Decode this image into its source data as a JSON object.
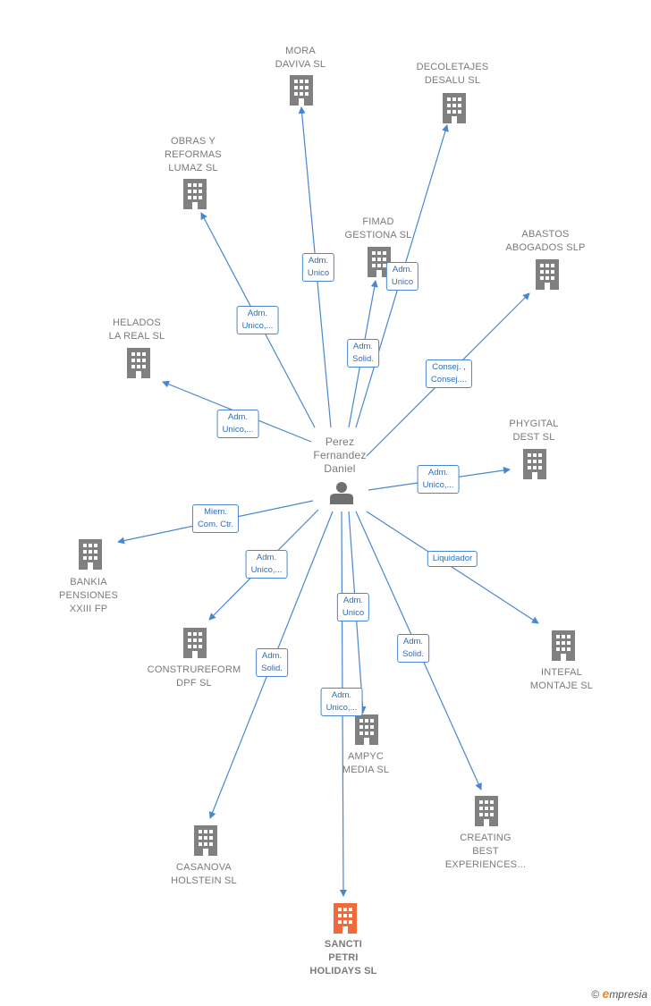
{
  "colors": {
    "edge": "#4a86d0",
    "building": "#808080",
    "focus": "#f26a3a",
    "person": "#6f6f6f"
  },
  "center": {
    "label": "Perez\nFernandez\nDaniel",
    "icon": "person-icon"
  },
  "nodes": [
    {
      "id": "mora",
      "label": "MORA\nDAVIVA SL",
      "icon": "building-icon"
    },
    {
      "id": "decoletajes",
      "label": "DECOLETAJES\nDESALU SL",
      "icon": "building-icon"
    },
    {
      "id": "obras",
      "label": "OBRAS Y\nREFORMAS\nLUMAZ  SL",
      "icon": "building-icon"
    },
    {
      "id": "fimad",
      "label": "FIMAD\nGESTIONA  SL",
      "icon": "building-icon"
    },
    {
      "id": "abastos",
      "label": "ABASTOS\nABOGADOS SLP",
      "icon": "building-icon"
    },
    {
      "id": "helados",
      "label": "HELADOS\nLA REAL  SL",
      "icon": "building-icon"
    },
    {
      "id": "phygital",
      "label": "PHYGITAL\nDEST  SL",
      "icon": "building-icon"
    },
    {
      "id": "bankia",
      "label": "BANKIA\nPENSIONES\nXXIII FP",
      "icon": "building-icon"
    },
    {
      "id": "construreform",
      "label": "CONSTRUREFORM\nDPF  SL",
      "icon": "building-icon"
    },
    {
      "id": "intefal",
      "label": "INTEFAL\nMONTAJE SL",
      "icon": "building-icon"
    },
    {
      "id": "ampyc",
      "label": "AMPYC\nMEDIA  SL",
      "icon": "building-icon"
    },
    {
      "id": "casanova",
      "label": "CASANOVA\nHOLSTEIN  SL",
      "icon": "building-icon"
    },
    {
      "id": "creating",
      "label": "CREATING\nBEST\nEXPERIENCES...",
      "icon": "building-icon"
    },
    {
      "id": "sancti",
      "label": "SANCTI\nPETRI\nHOLIDAYS  SL",
      "icon": "building-icon",
      "focus": true
    }
  ],
  "edges": [
    {
      "to": "mora",
      "label": "Adm.\nUnico"
    },
    {
      "to": "decoletajes",
      "label": "Adm.\nUnico"
    },
    {
      "to": "obras",
      "label": "Adm.\nUnico,..."
    },
    {
      "to": "fimad",
      "label": "Adm.\nSolid."
    },
    {
      "to": "abastos",
      "label": "Consej. ,\nConsej...."
    },
    {
      "to": "helados",
      "label": "Adm.\nUnico,..."
    },
    {
      "to": "phygital",
      "label": "Adm.\nUnico,..."
    },
    {
      "to": "bankia",
      "label": "Miem.\nCom. Ctr."
    },
    {
      "to": "construreform",
      "label": "Adm.\nUnico,..."
    },
    {
      "to": "intefal",
      "label": "Liquidador"
    },
    {
      "to": "ampyc",
      "label": "Adm.\nUnico"
    },
    {
      "to": "casanova",
      "label": "Adm.\nSolid."
    },
    {
      "to": "creating",
      "label": "Adm.\nSolid."
    },
    {
      "to": "sancti",
      "label": "Adm.\nUnico,..."
    }
  ],
  "footer": {
    "copyright": "©",
    "brand_first": "e",
    "brand_rest": "mpresia"
  }
}
